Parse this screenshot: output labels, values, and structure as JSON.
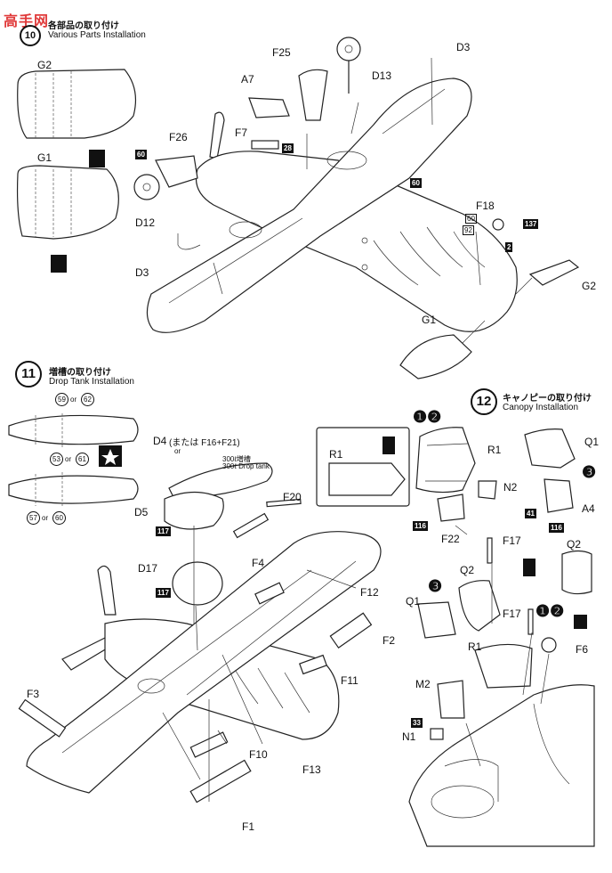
{
  "watermark": "高手网",
  "step10": {
    "number": "10",
    "title_jp": "各部品の取り付け",
    "title_en": "Various Parts Installation"
  },
  "step11": {
    "number": "11",
    "title_jp": "増槽の取り付け",
    "title_en": "Drop Tank Installation"
  },
  "step12": {
    "number": "12",
    "title_jp": "キャノピーの取り付け",
    "title_en": "Canopy Installation"
  },
  "labels10": {
    "g2_top": "G2",
    "g1_top": "G1",
    "f25": "F25",
    "d3_top": "D3",
    "d13": "D13",
    "a7": "A7",
    "f7": "F7",
    "f26": "F26",
    "d12": "D12",
    "d3_left": "D3",
    "f18": "F18",
    "g2_right": "G2",
    "g1_bottom": "G1"
  },
  "labels11": {
    "d4": "D4",
    "d4_alt": "(または F16+F21)",
    "or_small": "or",
    "tank_300": "300ℓ増槽",
    "tank_300_en": "300ℓ Drop tank",
    "d5": "D5",
    "f20": "F20",
    "f4": "F4",
    "d17": "D17",
    "f12": "F12",
    "f2": "F2",
    "f3": "F3",
    "f11": "F11",
    "f10": "F10",
    "f13": "F13",
    "f1": "F1",
    "or_a": "or",
    "or_b": "or",
    "or_c": "or"
  },
  "labels12": {
    "r1_box": "R1",
    "r1": "R1",
    "q1": "Q1",
    "n2": "N2",
    "f22": "F22",
    "a4": "A4",
    "f17_a": "F17",
    "q2_a": "Q2",
    "q2_b": "Q2",
    "q1_b": "Q1",
    "f17_b": "F17",
    "r1_b": "R1",
    "f6": "F6",
    "m2": "M2",
    "n1": "N1"
  },
  "variants": {
    "v12": "❶❷",
    "v3": "❸"
  },
  "color_codes": {
    "c60_a": "60",
    "c28": "28",
    "c60_b": "60",
    "c60_c": "60",
    "c92": "92",
    "c137": "137",
    "c2": "2",
    "c59": "59",
    "c62": "62",
    "c53": "53",
    "c61": "61",
    "c57": "57",
    "c60_d": "60",
    "c117_a": "117",
    "c117_b": "117",
    "c116_a": "116",
    "c41": "41",
    "c116_b": "116",
    "c33": "33"
  }
}
